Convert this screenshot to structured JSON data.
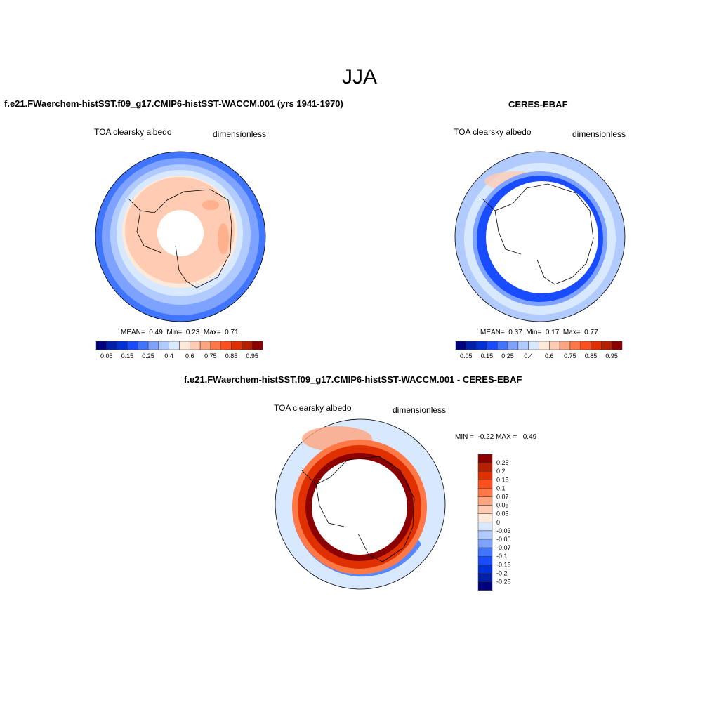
{
  "title": "JJA",
  "panels": [
    {
      "title": "f.e21.FWaerchem-histSST.f09_g17.CMIP6-histSST-WACCM.001 (yrs 1941-1970)",
      "left_label": "TOA clearsky albedo",
      "right_label": "dimensionless",
      "stats": {
        "mean_label": "MEAN=",
        "mean": "0.49",
        "min_label": "Min=",
        "min": "0.23",
        "max_label": "Max=",
        "max": "0.71"
      }
    },
    {
      "title": "CERES-EBAF",
      "left_label": "TOA clearsky albedo",
      "right_label": "dimensionless",
      "stats": {
        "mean_label": "MEAN=",
        "mean": "0.37",
        "min_label": "Min=",
        "min": "0.17",
        "max_label": "Max=",
        "max": "0.77"
      }
    },
    {
      "title": "f.e21.FWaerchem-histSST.f09_g17.CMIP6-histSST-WACCM.001 - CERES-EBAF",
      "left_label": "TOA clearsky albedo",
      "right_label": "dimensionless",
      "stats": {
        "min_label": "MIN =",
        "min": "-0.22",
        "max_label": "MAX =",
        "max": "0.49"
      }
    }
  ],
  "colorbar_abs": {
    "labels": [
      "0.05",
      "0.15",
      "0.25",
      "0.4",
      "0.6",
      "0.75",
      "0.85",
      "0.95"
    ],
    "colors": [
      "#00007f",
      "#0020a8",
      "#0030d8",
      "#1a4cff",
      "#4076ff",
      "#7ea2ff",
      "#b2cbff",
      "#d8e9ff",
      "#ffe9d8",
      "#ffcbb2",
      "#ffa47e",
      "#ff7846",
      "#ff4f1a",
      "#e03000",
      "#b42000",
      "#8b0000"
    ]
  },
  "colorbar_diff": {
    "labels": [
      "0.25",
      "0.2",
      "0.15",
      "0.1",
      "0.07",
      "0.05",
      "0.03",
      "0",
      "-0.03",
      "-0.05",
      "-0.07",
      "-0.1",
      "-0.15",
      "-0.2",
      "-0.25"
    ],
    "colors": [
      "#8b0000",
      "#b42000",
      "#e03000",
      "#ff4f1a",
      "#ff7846",
      "#ffa47e",
      "#ffcbb2",
      "#ffe9d8",
      "#d8e9ff",
      "#b2cbff",
      "#7ea2ff",
      "#4076ff",
      "#1a4cff",
      "#0030d8",
      "#0020a8",
      "#00007f"
    ]
  }
}
